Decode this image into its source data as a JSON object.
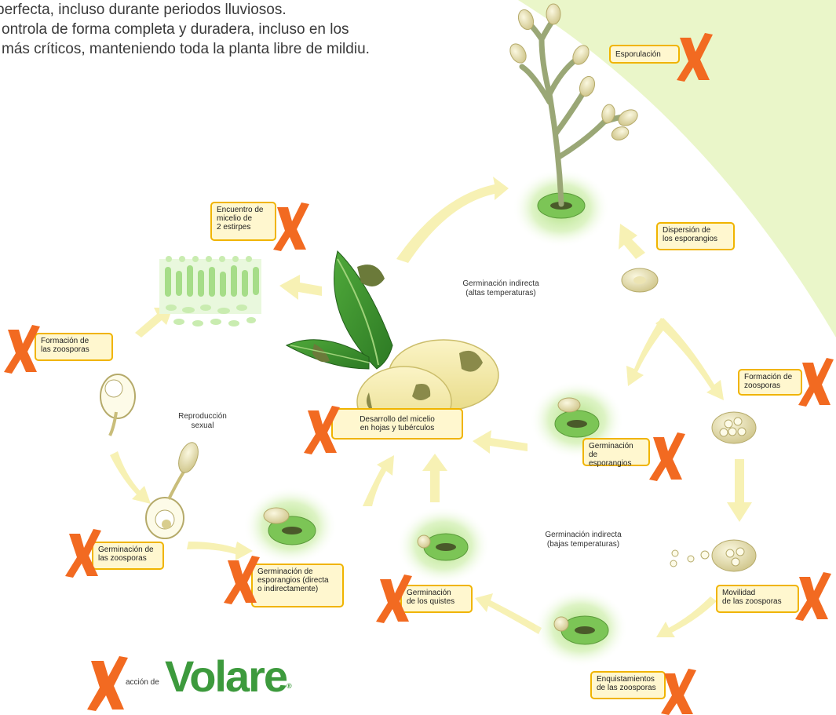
{
  "intro_lines": [
    "perfecta, incluso durante periodos lluviosos.",
    "ontrola de forma completa y duradera, incluso en los",
    "más críticos, manteniendo toda la planta libre de mildiu."
  ],
  "labels": {
    "esporulacion": "Esporulación",
    "dispersion": "Dispersión de\nlos esporangios",
    "formacion_zoosporas_r": "Formación de\nzoosporas",
    "movilidad": "Movilidad\nde las zoosporas",
    "enquistamientos": "Enquistamientos\nde las zoosporas",
    "germinacion_quistes": "Germinación\nde los quistes",
    "germinacion_esporangios_di": "Germinación de\nesporangios (directa\no indirectamente)",
    "germinacion_esporangios": "Germinación de\nesporangios",
    "desarrollo_micelio": "Desarrollo del micelio\nen hojas y tubérculos",
    "encuentro_micelio": "Encuentro de\nmicelio de\n2 estirpes",
    "formacion_zoosporas_l": "Formación de\nlas zoosporas",
    "germinacion_zoosporas": "Germinación de\nlas zoosporas"
  },
  "notes": {
    "indirecta_altas": "Germinación indirecta\n(altas temperaturas)",
    "indirecta_bajas": "Germinación indirecta\n(bajas temperaturas)",
    "reproduccion": "Reproducción\nsexual"
  },
  "legend": {
    "text": "acción de",
    "brand": "Volare",
    "brand_mark": "®"
  },
  "colors": {
    "label_fill": "#fff7cf",
    "label_border": "#f0b400",
    "cross": "#f26a21",
    "arrow": "#f7f1b4",
    "leaf": "#3b8a2e",
    "brand": "#3d9a3d",
    "tuber": "#f2e8a0",
    "glow": "#b7e38a"
  },
  "icons": [
    "cross-icon",
    "arrow-icon",
    "plant-icon",
    "leaf-icon",
    "tuber-icon",
    "sporangium-icon",
    "spore-icon",
    "mycelium-icon"
  ]
}
